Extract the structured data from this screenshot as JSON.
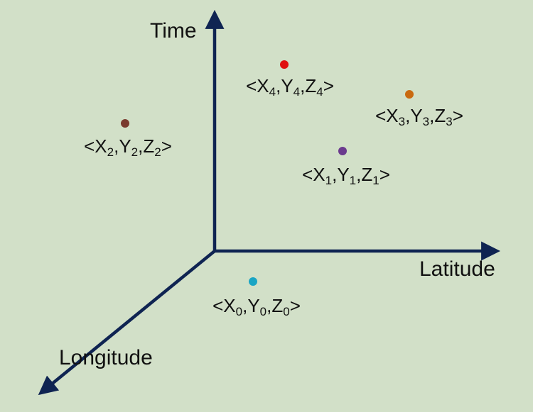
{
  "axes": {
    "time": "Time",
    "latitude": "Latitude",
    "longitude": "Longitude",
    "color": "#0f2452"
  },
  "points": [
    {
      "id": "p0",
      "subscript": "0",
      "color": "#1aa5c4"
    },
    {
      "id": "p1",
      "subscript": "1",
      "color": "#6b3a8e"
    },
    {
      "id": "p2",
      "subscript": "2",
      "color": "#7a3a2e"
    },
    {
      "id": "p3",
      "subscript": "3",
      "color": "#c96a10"
    },
    {
      "id": "p4",
      "subscript": "4",
      "color": "#e01010"
    }
  ],
  "label_parts": {
    "open": "<",
    "x": "X",
    "y": "Y",
    "z": "Z",
    "sep": ",",
    "close": ">"
  }
}
